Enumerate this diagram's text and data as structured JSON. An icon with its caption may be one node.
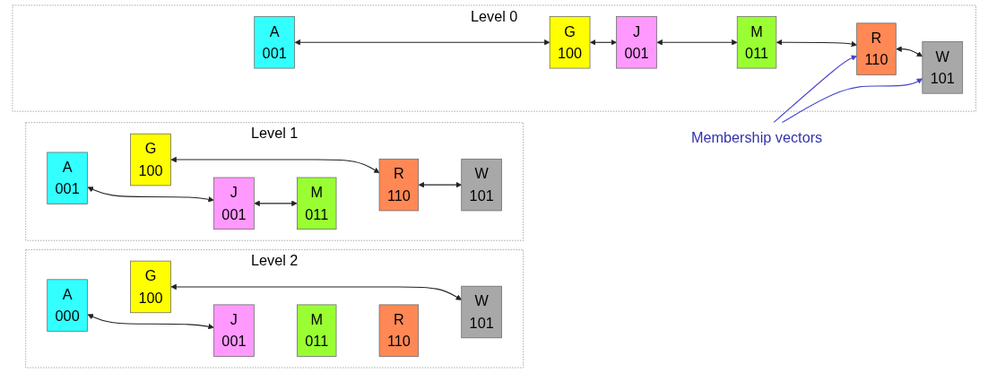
{
  "diagram": {
    "nodes": [
      {
        "text": [
          "Level 2"
        ]
      },
      {
        "text": [
          "A",
          "000"
        ],
        "in": 0
      },
      {
        "text": [
          "G",
          "100"
        ],
        "in": 0
      },
      {
        "text": [
          "J",
          "001"
        ],
        "in": 0
      },
      {
        "text": [
          "M",
          "011"
        ],
        "in": 0
      },
      {
        "text": [
          "R",
          "110"
        ],
        "in": 0
      },
      {
        "text": [
          "W",
          "101"
        ],
        "in": 0
      },
      {
        "text": [
          "Level 1"
        ]
      },
      {
        "text": [
          "A",
          "001"
        ],
        "in": 7
      },
      {
        "text": [
          "G",
          "100"
        ],
        "in": 7
      },
      {
        "text": [
          "J",
          "001"
        ],
        "in": 7
      },
      {
        "text": [
          "M",
          "011"
        ],
        "in": 7
      },
      {
        "text": [
          "R",
          "110"
        ],
        "in": 7
      },
      {
        "text": [
          "W",
          "101"
        ],
        "in": 7
      },
      {
        "text": [
          "Level 0"
        ]
      },
      {
        "text": [
          "A",
          "001"
        ],
        "in": 14
      },
      {
        "text": [
          "G",
          "100"
        ],
        "in": 14
      },
      {
        "text": [
          "J",
          "001"
        ],
        "in": 14
      },
      {
        "text": [
          "M",
          "011"
        ],
        "in": 14
      },
      {
        "text": [
          "R",
          "110"
        ],
        "in": 14
      },
      {
        "text": [
          "W",
          "101"
        ],
        "in": 14
      },
      {
        "text": [
          "Membership vectors"
        ]
      }
    ],
    "edges": [
      {
        "from": 1,
        "to": 3,
        "arrow": "both"
      },
      {
        "from": 2,
        "to": 6,
        "arrow": "both"
      },
      {
        "from": 8,
        "to": 10,
        "arrow": "both"
      },
      {
        "from": 10,
        "to": 11,
        "arrow": "both"
      },
      {
        "from": 9,
        "to": 12,
        "arrow": "both"
      },
      {
        "from": 12,
        "to": 13,
        "arrow": "both"
      },
      {
        "from": 15,
        "to": 16,
        "arrow": "both"
      },
      {
        "from": 16,
        "to": 17,
        "arrow": "both"
      },
      {
        "from": 17,
        "to": 18,
        "arrow": "both"
      },
      {
        "from": 18,
        "to": 19,
        "arrow": "both"
      },
      {
        "from": 19,
        "to": 20,
        "arrow": "both"
      },
      {
        "from": 21,
        "to": 19,
        "arrow": "to",
        "color": "#4444cc"
      },
      {
        "from": 21,
        "to": 20,
        "arrow": "to",
        "color": "#4444cc"
      }
    ]
  }
}
